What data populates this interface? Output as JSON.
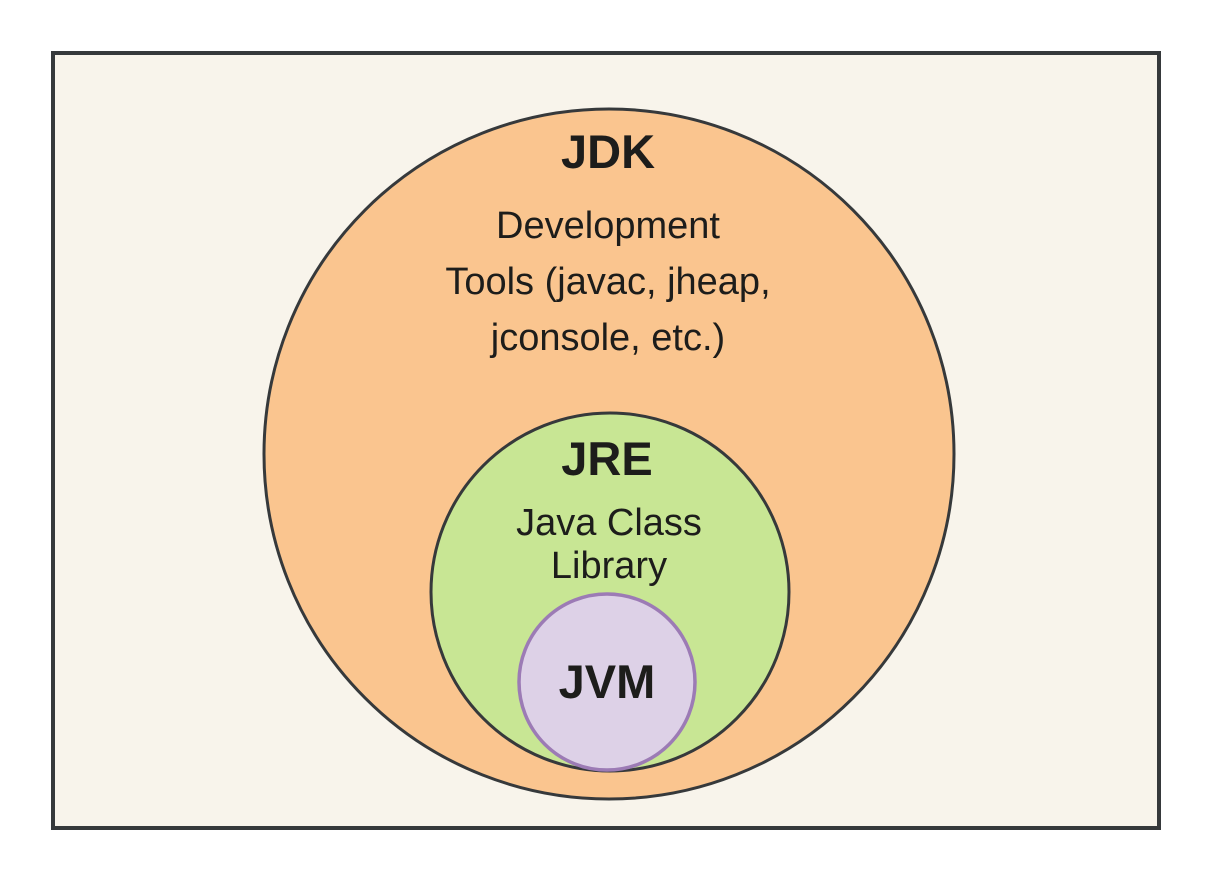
{
  "diagram": {
    "title": "JDK JRE JVM nesting diagram",
    "colors": {
      "page_background": "#FFFFFF",
      "panel_fill": "#F8F4EB",
      "panel_stroke": "#36393B",
      "dark_stroke": "#36393B",
      "text": "#1D1D1B"
    },
    "jdk": {
      "label": "JDK",
      "fill": "#FAC58F",
      "stroke": "#36393B",
      "lines": [
        "Development",
        "Tools (javac, jheap,",
        "jconsole, etc.)"
      ]
    },
    "jre": {
      "label": "JRE",
      "fill": "#C8E694",
      "stroke": "#36393B",
      "lines": [
        "Java Class",
        "Library"
      ]
    },
    "jvm": {
      "label": "JVM",
      "fill": "#DDD1E7",
      "stroke": "#9C7BB5"
    }
  }
}
